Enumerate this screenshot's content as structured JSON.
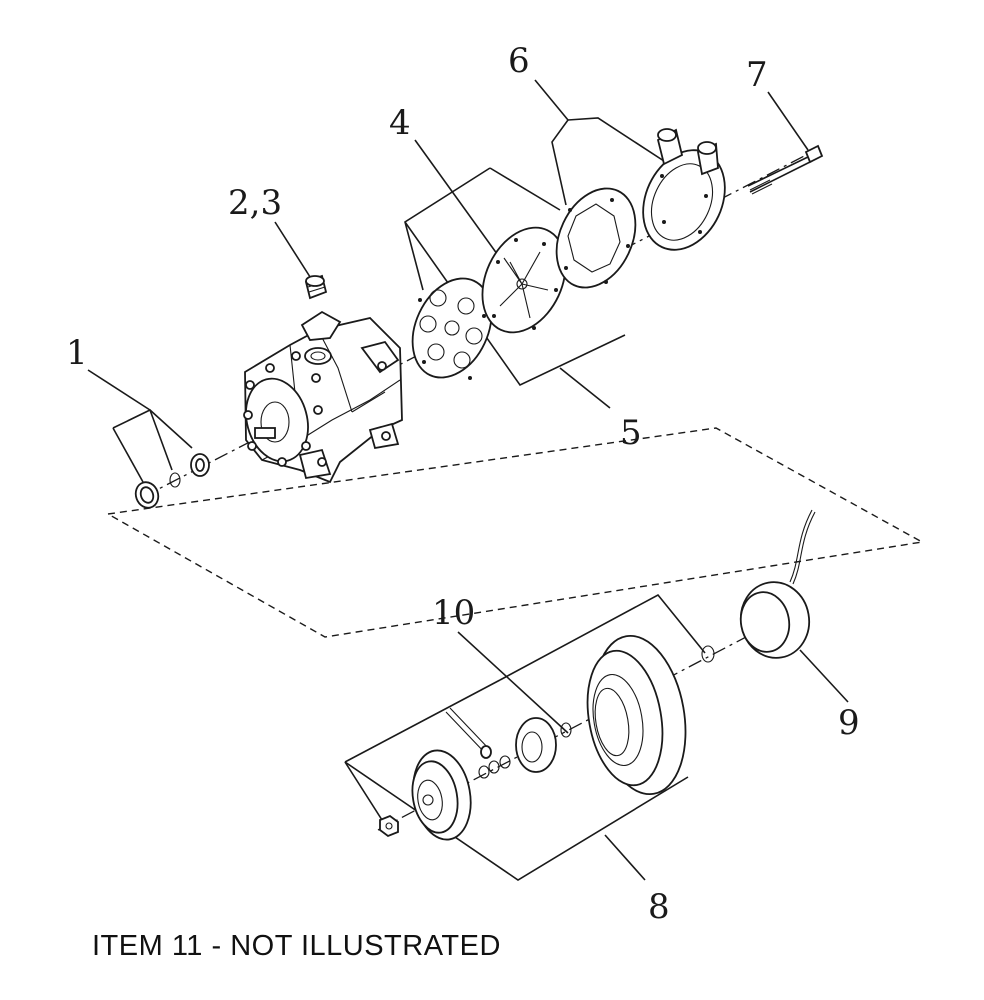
{
  "callouts": {
    "c1": "1",
    "c2_3": "2,3",
    "c4": "4",
    "c5": "5",
    "c6": "6",
    "c7": "7",
    "c8": "8",
    "c9": "9",
    "c10": "10"
  },
  "caption": "ITEM 11 - NOT ILLUSTRATED"
}
